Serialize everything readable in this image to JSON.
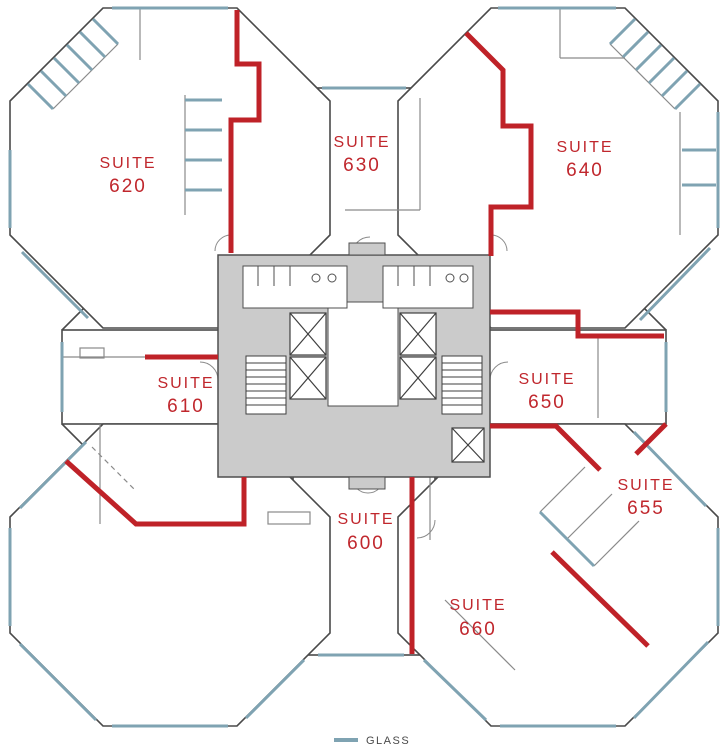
{
  "colors": {
    "suite_wall_red": "#bf2228",
    "glass_teal": "#7fa3b2",
    "exterior_wall": "#4a4a4a",
    "partition_gray": "#8a8a8a",
    "core_fill": "#cbcbcb",
    "label_red": "#c0272d",
    "background": "#ffffff"
  },
  "suites": [
    {
      "word": "SUITE",
      "number": "620"
    },
    {
      "word": "SUITE",
      "number": "630"
    },
    {
      "word": "SUITE",
      "number": "640"
    },
    {
      "word": "SUITE",
      "number": "610"
    },
    {
      "word": "SUITE",
      "number": "650"
    },
    {
      "word": "SUITE",
      "number": "655"
    },
    {
      "word": "SUITE",
      "number": "600"
    },
    {
      "word": "SUITE",
      "number": "660"
    }
  ],
  "legend": {
    "glass_label": "GLASS",
    "glass_swatch_icon": "glass-line-swatch"
  }
}
